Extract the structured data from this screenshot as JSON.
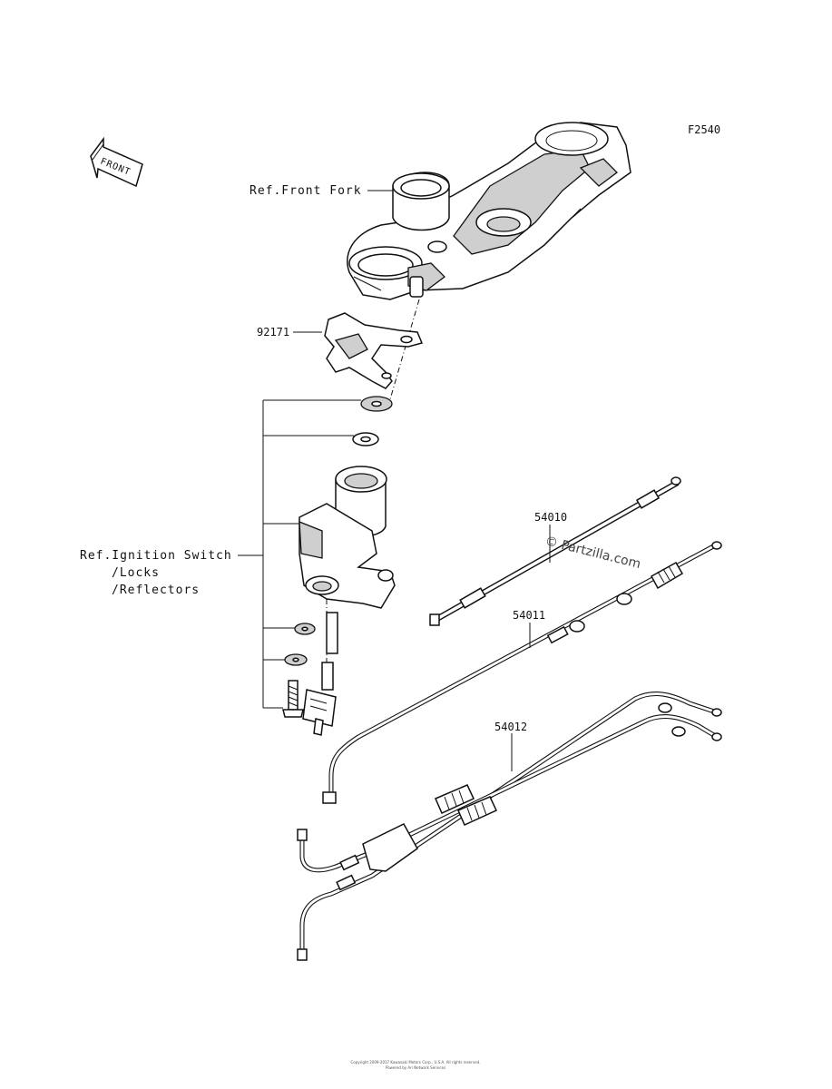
{
  "figure_code": "F2540",
  "front_label": "FRONT",
  "labels": {
    "front_fork": "Ref.Front Fork",
    "bracket": "92171",
    "ignition_line1": "Ref.Ignition Switch",
    "ignition_line2": "/Locks",
    "ignition_line3": "/Reflectors",
    "cable_a": "54010",
    "cable_b": "54011",
    "cable_c": "54012"
  },
  "watermark": "© Partzilla.com",
  "footer_line1": "Copyright 2009-2017 Kawasaki Motors Corp., U.S.A. All rights reserved.",
  "footer_line2": "Powered by Ari Network Services"
}
